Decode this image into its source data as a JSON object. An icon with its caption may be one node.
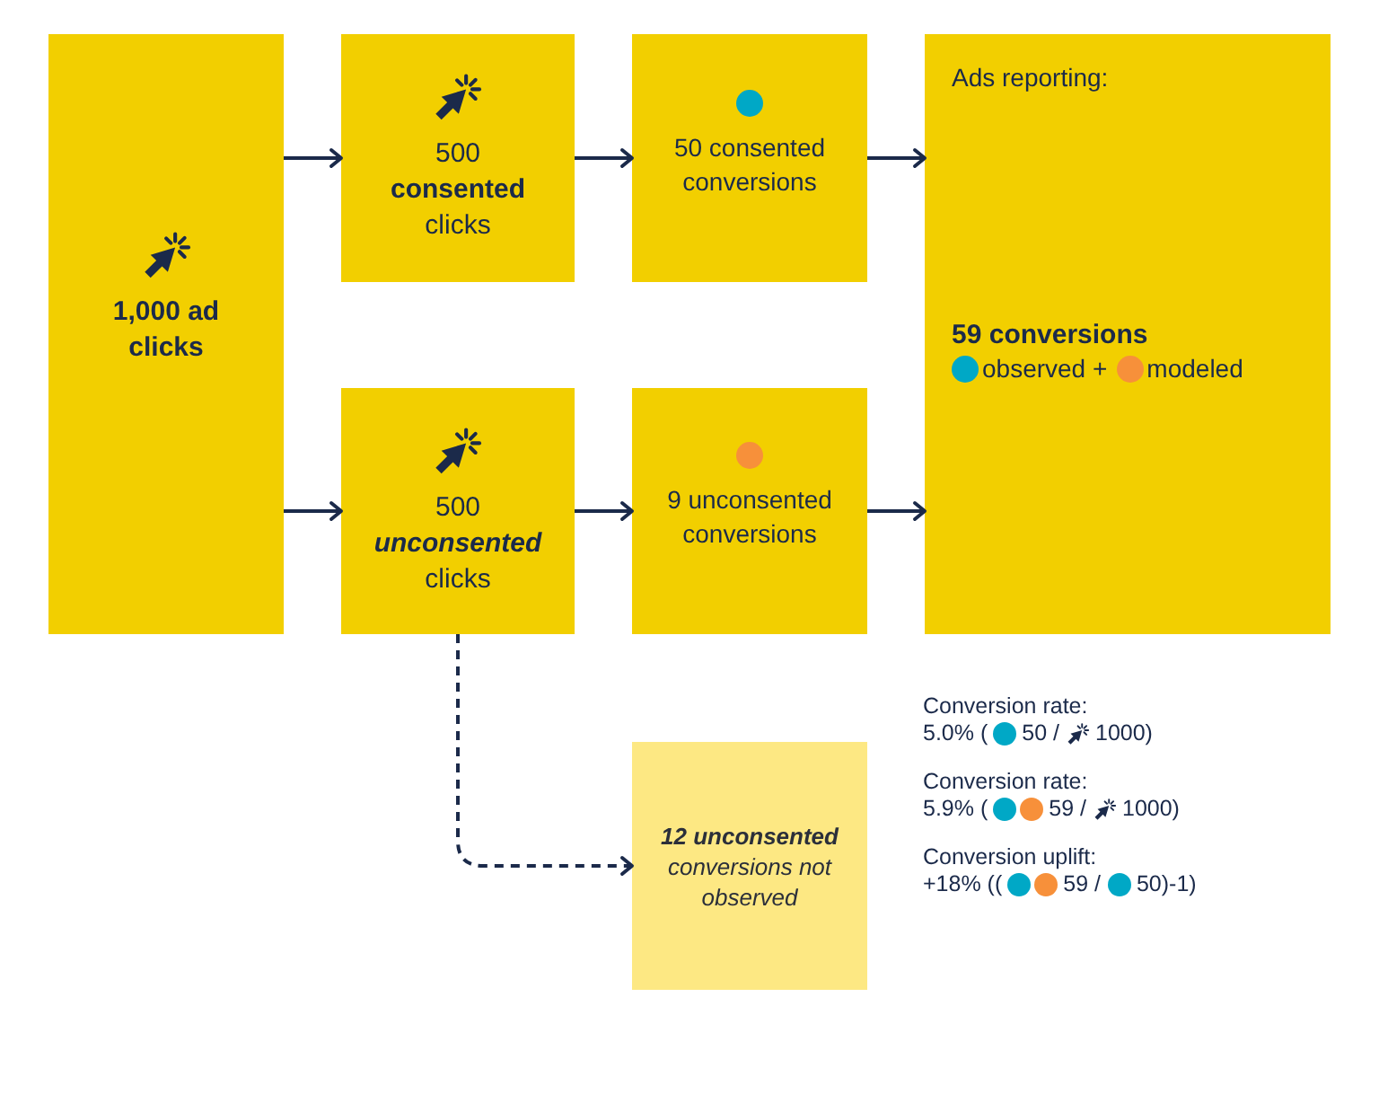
{
  "diagram": {
    "nodes": [
      {
        "text": [
          "1,000 ad clicks"
        ]
      },
      {
        "text": [
          "500 **consented** clicks"
        ]
      },
      {
        "text": [
          "50 consented conversions"
        ]
      },
      {
        "text": [
          "Ads reporting:",
          "59 conversions",
          "observed +",
          "modeled"
        ]
      },
      {
        "text": [
          "500 **unconsented** clicks"
        ]
      },
      {
        "text": [
          "9 unconsented conversions"
        ]
      },
      {
        "text": [
          "**12 unconsented** conversions not observed"
        ]
      }
    ],
    "edges": [
      {
        "from": 0,
        "to": 1,
        "arrow": "to"
      },
      {
        "from": 0,
        "to": 4,
        "arrow": "to"
      },
      {
        "from": 1,
        "to": 2,
        "arrow": "to"
      },
      {
        "from": 4,
        "to": 5,
        "arrow": "to"
      },
      {
        "from": 2,
        "to": 3,
        "arrow": "to"
      },
      {
        "from": 5,
        "to": 3,
        "arrow": "to"
      },
      {
        "from": 4,
        "to": 6,
        "arrow": "to",
        "style": "dashed"
      }
    ],
    "labels": [
      "Conversion rate:",
      "5.0% (",
      "50 /",
      "1000)",
      "Conversion rate:",
      "5.9% (",
      "59 /",
      "1000)",
      "Conversion uplift:",
      "+18% ((",
      "59 /",
      "50)-1)"
    ]
  }
}
